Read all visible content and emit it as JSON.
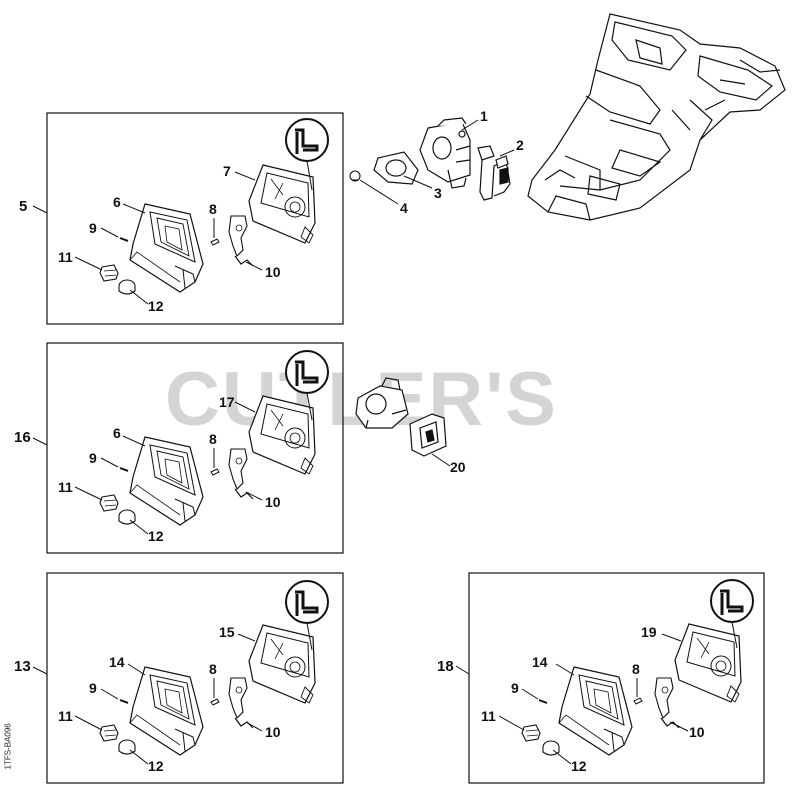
{
  "watermark": "CUTLER'S",
  "drawing_code": "1TFS-BA096",
  "colors": {
    "line": "#111111",
    "watermark": "#d4d4d4",
    "background": "#ffffff"
  },
  "callouts": {
    "c1": "1",
    "c2": "2",
    "c3": "3",
    "c4": "4",
    "c5": "5",
    "p1_6": "6",
    "p1_7": "7",
    "p1_8": "8",
    "p1_9": "9",
    "p1_10": "10",
    "p1_11": "11",
    "p1_12": "12",
    "c16": "16",
    "p2_6": "6",
    "p2_17": "17",
    "p2_8": "8",
    "p2_9": "9",
    "p2_10": "10",
    "p2_11": "11",
    "p2_12": "12",
    "c20": "20",
    "c13": "13",
    "p3_14": "14",
    "p3_15": "15",
    "p3_8": "8",
    "p3_9": "9",
    "p3_10": "10",
    "p3_11": "11",
    "p3_12": "12",
    "c18": "18",
    "p4_14": "14",
    "p4_19": "19",
    "p4_8": "8",
    "p4_9": "9",
    "p4_10": "10",
    "p4_11": "11",
    "p4_12": "12"
  }
}
